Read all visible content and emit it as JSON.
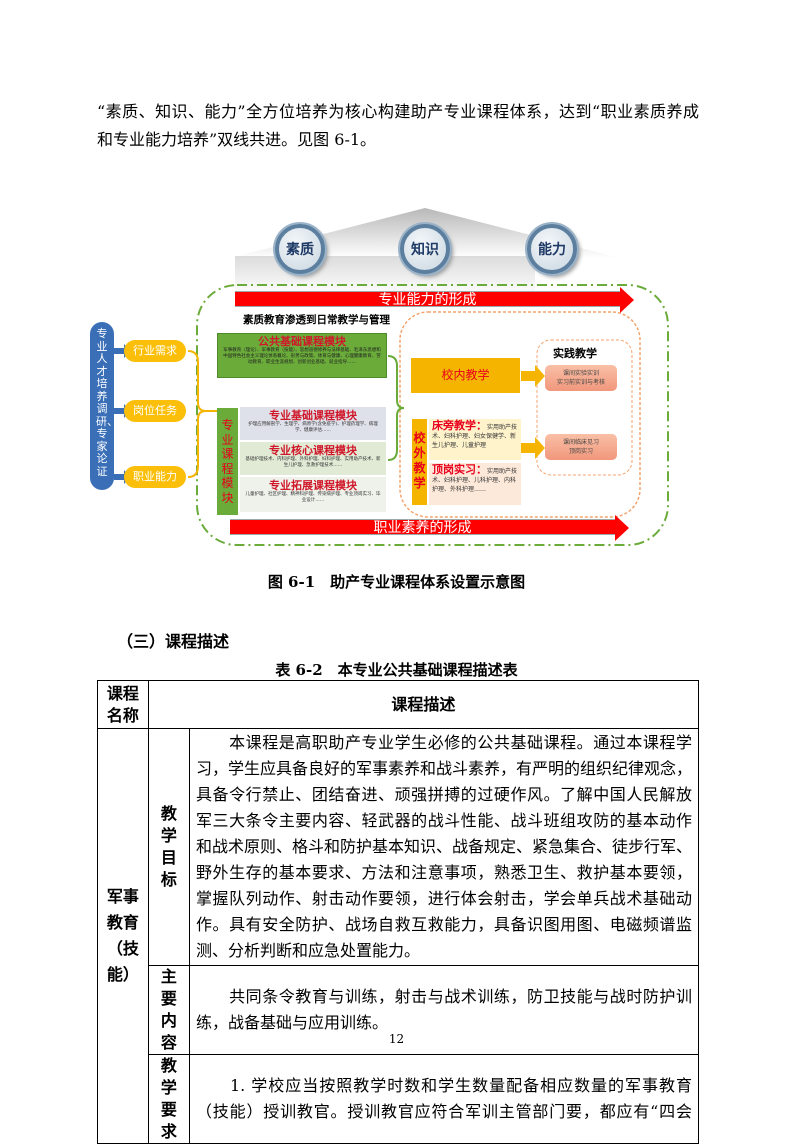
{
  "intro": {
    "lines": [
      "“素质、知识、能力”全方位培养为核心构建助产专业课程体系，达到“职业素质养成",
      "和专业能力培养”双线共进。见图 6-1。"
    ]
  },
  "diagram": {
    "pillars": [
      "素质",
      "知识",
      "能力"
    ],
    "top_arrow": "专业能力的形成",
    "bottom_arrow": "职业素养的形成",
    "research_box": "专业人才培养调研、专家论证",
    "inputs": [
      "行业需求",
      "岗位任务",
      "职业能力"
    ],
    "penetration": "素质教育渗透到日常教学与管理",
    "public_module": {
      "title": "公共基础课程模块",
      "desc": "军事教育（理论）、军事教育（技能）、思想道德修养与法律基础、毛泽东思想和中国特色社会主义理论体系概论、形势与政策、体育与健康、心理健康教育、劳动教育、职业生涯规划、创新创业基础、就业指导……"
    },
    "professional_label": "专业课程模块",
    "modules": [
      {
        "title": "专业基础课程模块",
        "desc": "护理应用解剖学、生理学、病原学(含免疫学)、护理药理学、病理学、健康评估……"
      },
      {
        "title": "专业核心课程模块",
        "desc": "基础护理技术、内科护理、外科护理、妇科护理、实用助产技术、新生儿护理、急救护理技术……"
      },
      {
        "title": "专业拓展课程模块",
        "desc": "儿童护理、社区护理、精神科护理、传染病护理、专业顶岗实习、毕业设计……"
      }
    ],
    "on_campus": "校内教学",
    "off_campus": "校外教学",
    "bedside": {
      "title": "床旁教学：",
      "desc": "实用助产技术、妇科护理、妇女保健学、新生儿护理、儿童护理"
    },
    "internship": {
      "title": "顶岗实习：",
      "desc": "实用助产技术、妇科护理、儿科护理、内科护理、外科护理……"
    },
    "practice": {
      "title": "实践教学",
      "box1": [
        "课间实验实训",
        "实习前实训与考核"
      ],
      "box2": [
        "课间临床见习",
        "顶岗实习"
      ]
    }
  },
  "figure_caption": "图 6-1　助产专业课程体系设置示意图",
  "section_heading": "（三）课程描述",
  "table": {
    "title": "表 6-2　本专业公共基础课程描述表",
    "headers": {
      "name": "课程名称",
      "desc": "课程描述"
    },
    "course": "军事教育（技能）",
    "rows": [
      {
        "label": "教学目标",
        "lines": [
          "　　本课程是高职助产专业学生必修的公共基础课程。通过本课程学",
          "习，学生应具备良好的军事素养和战斗素养，有严明的组织纪律观念，",
          "具备令行禁止、团结奋进、顽强拼搏的过硬作风。了解中国人民解放",
          "军三大条令主要内容、轻武器的战斗性能、战斗班组攻防的基本动作",
          "和战术原则、格斗和防护基本知识、战备规定、紧急集合、徒步行军、",
          "野外生存的基本要求、方法和注意事项，熟悉卫生、救护基本要领，",
          "掌握队列动作、射击动作要领，进行体会射击，学会单兵战术基础动",
          "作。具有安全防护、战场自救互救能力，具备识图用图、电磁频谱监",
          "测、分析判断和应急处置能力。"
        ]
      },
      {
        "label": "主要内容",
        "lines": [
          "　　共同条令教育与训练，射击与战术训练，防卫技能与战时防护训",
          "练，战备基础与应用训练。"
        ]
      },
      {
        "label": "教学要求",
        "lines": [
          "　　1. 学校应当按照教学时数和学生数量配备相应数量的军事教育",
          "（技能）授训教官。授训教官应符合军训主管部门要，都应有“四会"
        ]
      }
    ]
  },
  "page_number": "12"
}
